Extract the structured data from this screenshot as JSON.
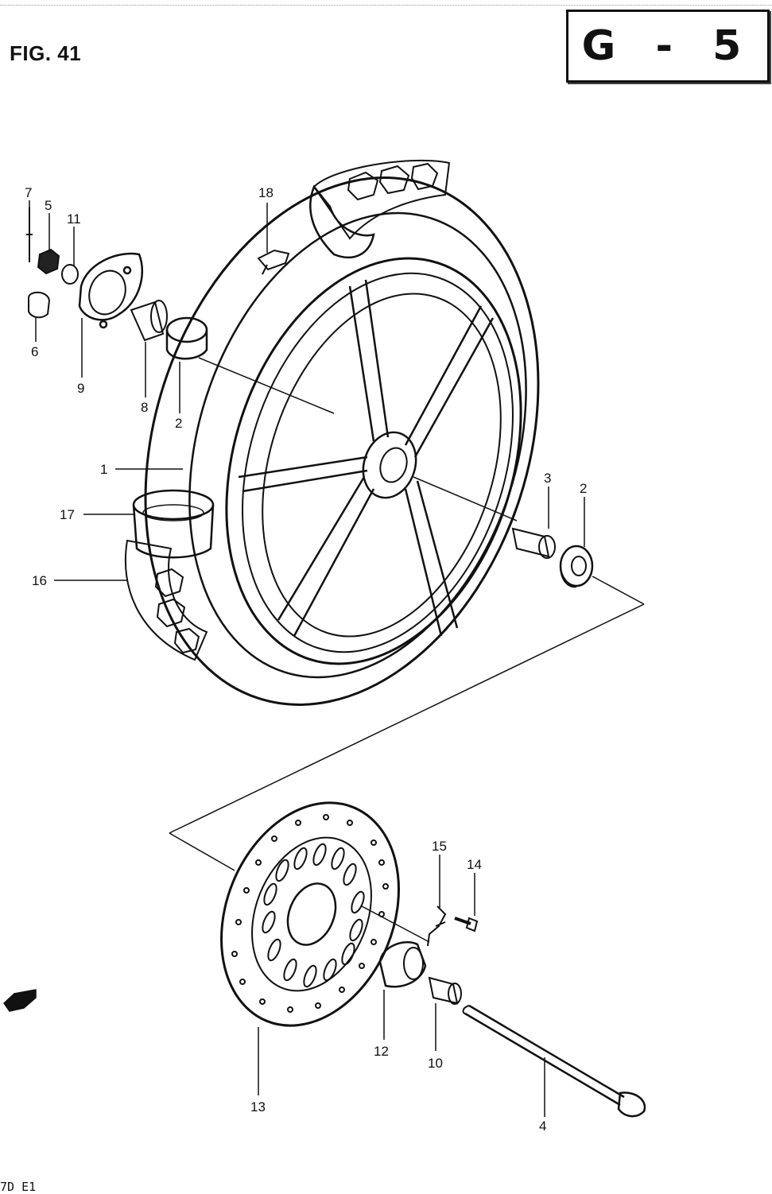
{
  "figure": {
    "label": "FIG. 41"
  },
  "section": {
    "code": "G - 5"
  },
  "footer": {
    "text": "7D E1"
  },
  "callouts": {
    "c1": "1",
    "c2a": "2",
    "c2b": "2",
    "c3": "3",
    "c4": "4",
    "c5": "5",
    "c6": "6",
    "c7": "7",
    "c8": "8",
    "c9": "9",
    "c10": "10",
    "c11": "11",
    "c12": "12",
    "c13": "13",
    "c14": "14",
    "c15": "15",
    "c16": "16",
    "c17": "17",
    "c18": "18"
  },
  "icons": {
    "front_arrow": "direction-arrow-icon"
  }
}
